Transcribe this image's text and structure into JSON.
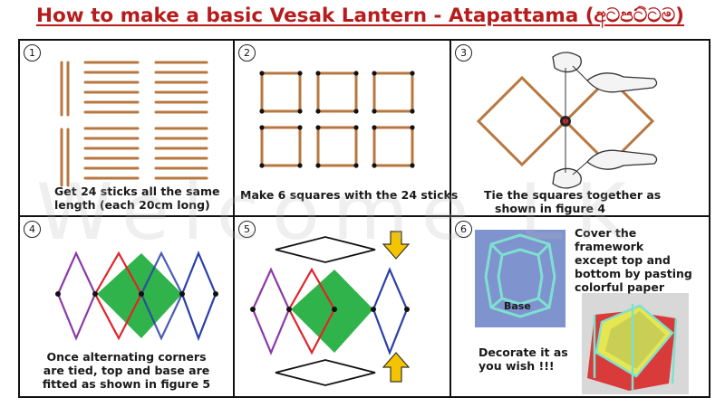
{
  "title": "How to make a basic Vesak Lantern - Atapattama (අටපට්ටම)",
  "watermark": "Welcome LK",
  "steps": [
    {
      "number": "1",
      "lines": [
        "Get 24 sticks all the same",
        "length (each 20cm long)"
      ]
    },
    {
      "number": "2",
      "lines": [
        "Make 6 squares with the 24 sticks"
      ]
    },
    {
      "number": "3",
      "lines": [
        "Tie the squares together as",
        "shown in figure 4"
      ]
    },
    {
      "number": "4",
      "lines": [
        "Once alternating corners",
        "are tied, top and base are",
        "fitted as shown in figure 5"
      ]
    },
    {
      "number": "5",
      "lines": []
    },
    {
      "number": "6",
      "lines": [
        "Cover the",
        "framework",
        "except top and",
        "bottom by pasting",
        "colorful paper"
      ],
      "label": "Base",
      "lines2": [
        "Decorate it as",
        "you wish !!!"
      ]
    }
  ],
  "colors": {
    "title": "#b71c1c",
    "stick": "#b8773f",
    "green": "#2fb34a",
    "red": "#e0242c",
    "purple": "#8b3aa8",
    "blue": "#2b3fa8",
    "arrow": "#f5c400"
  }
}
